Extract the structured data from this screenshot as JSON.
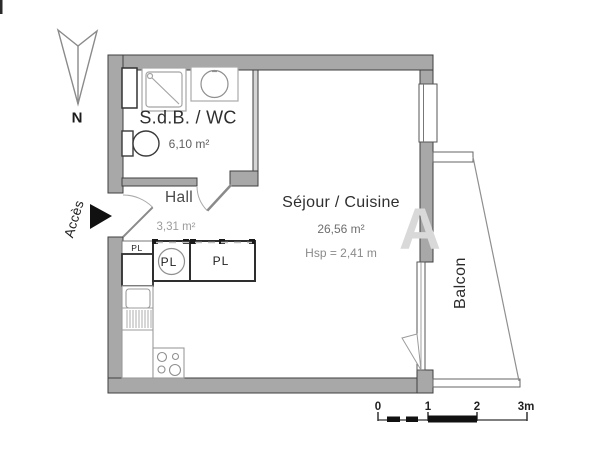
{
  "plan": {
    "north_label": "N",
    "access_label": "Accès",
    "watermark": "A",
    "rooms": {
      "bathroom": {
        "name": "S.d.B. / WC",
        "area": "6,10 m²"
      },
      "hall": {
        "name": "Hall",
        "area": "3,31 m²"
      },
      "living": {
        "name": "Séjour / Cuisine",
        "area": "26,56 m²",
        "ceiling_height": "Hsp = 2,41 m"
      },
      "balcony": {
        "name": "Balcon"
      }
    },
    "closets": {
      "pl_small": "PL",
      "pl_heater": "PL",
      "pl_large": "PL"
    },
    "scale_bar": {
      "tick_0": "0",
      "tick_1": "1",
      "tick_2": "2",
      "tick_3": "3m"
    },
    "colors": {
      "wall_fill": "#a8a8a8",
      "wall_stroke": "#3f3f3f",
      "fixture_stroke": "#9b9b9b",
      "accent_black": "#111111"
    }
  }
}
